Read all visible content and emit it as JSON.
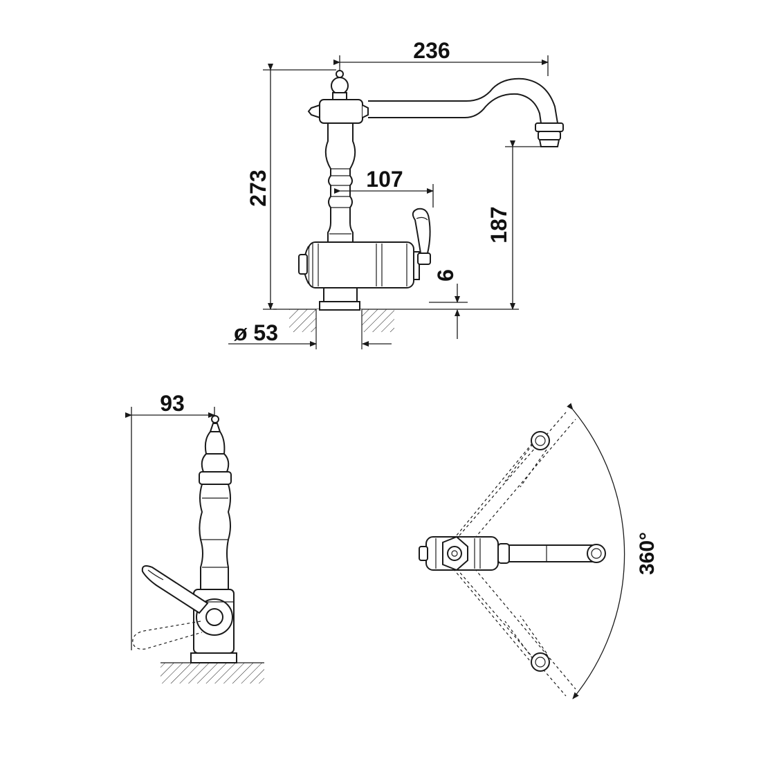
{
  "dimensions": {
    "reach": "236",
    "height": "273",
    "lever_offset": "107",
    "spout_height": "187",
    "deck_thickness": "6",
    "base_diameter": "ø 53",
    "side_depth": "93",
    "swivel": "360°"
  }
}
